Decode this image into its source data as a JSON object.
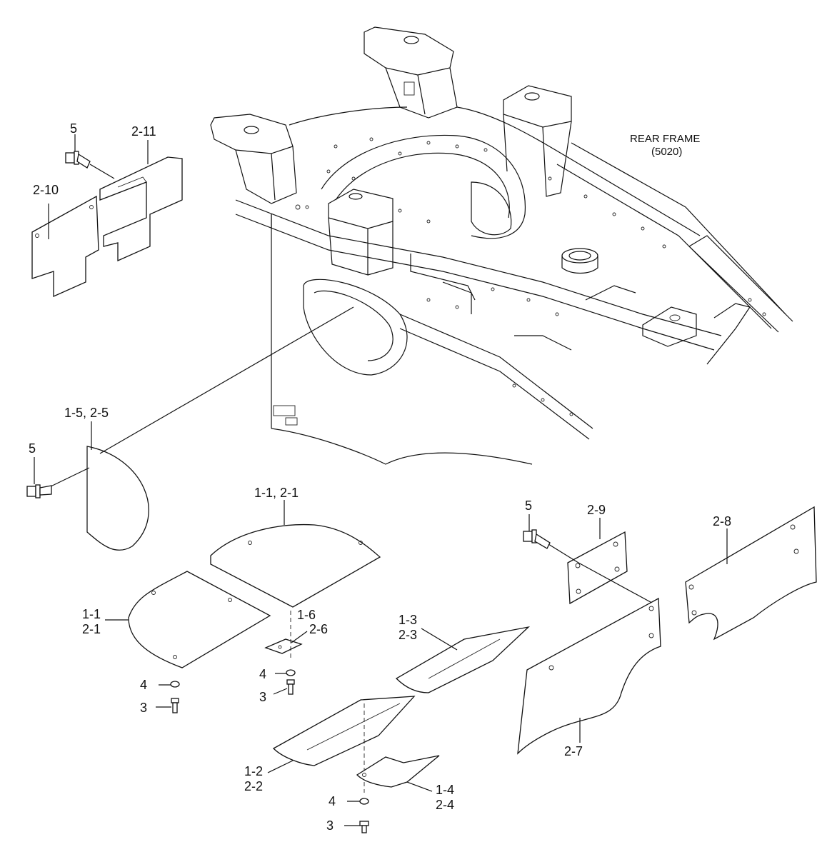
{
  "frame": {
    "title_line1": "REAR FRAME",
    "title_line2": "(5020)"
  },
  "callouts": {
    "c5_top": "5",
    "c2_11": "2-11",
    "c2_10": "2-10",
    "c1_5_2_5": "1-5, 2-5",
    "c5_mid": "5",
    "c1_1_2_1_top": "1-1, 2-1",
    "c1_1": "1-1",
    "c2_1": "2-1",
    "c1_6": "1-6",
    "c2_6": "2-6",
    "c4_left": "4",
    "c3_left": "3",
    "c4_center": "4",
    "c3_center": "3",
    "c1_3": "1-3",
    "c2_3": "2-3",
    "c1_2": "1-2",
    "c2_2": "2-2",
    "c1_4": "1-4",
    "c2_4": "2-4",
    "c4_bottom": "4",
    "c3_bottom": "3",
    "c5_right": "5",
    "c2_9": "2-9",
    "c2_8": "2-8",
    "c2_7": "2-7"
  }
}
